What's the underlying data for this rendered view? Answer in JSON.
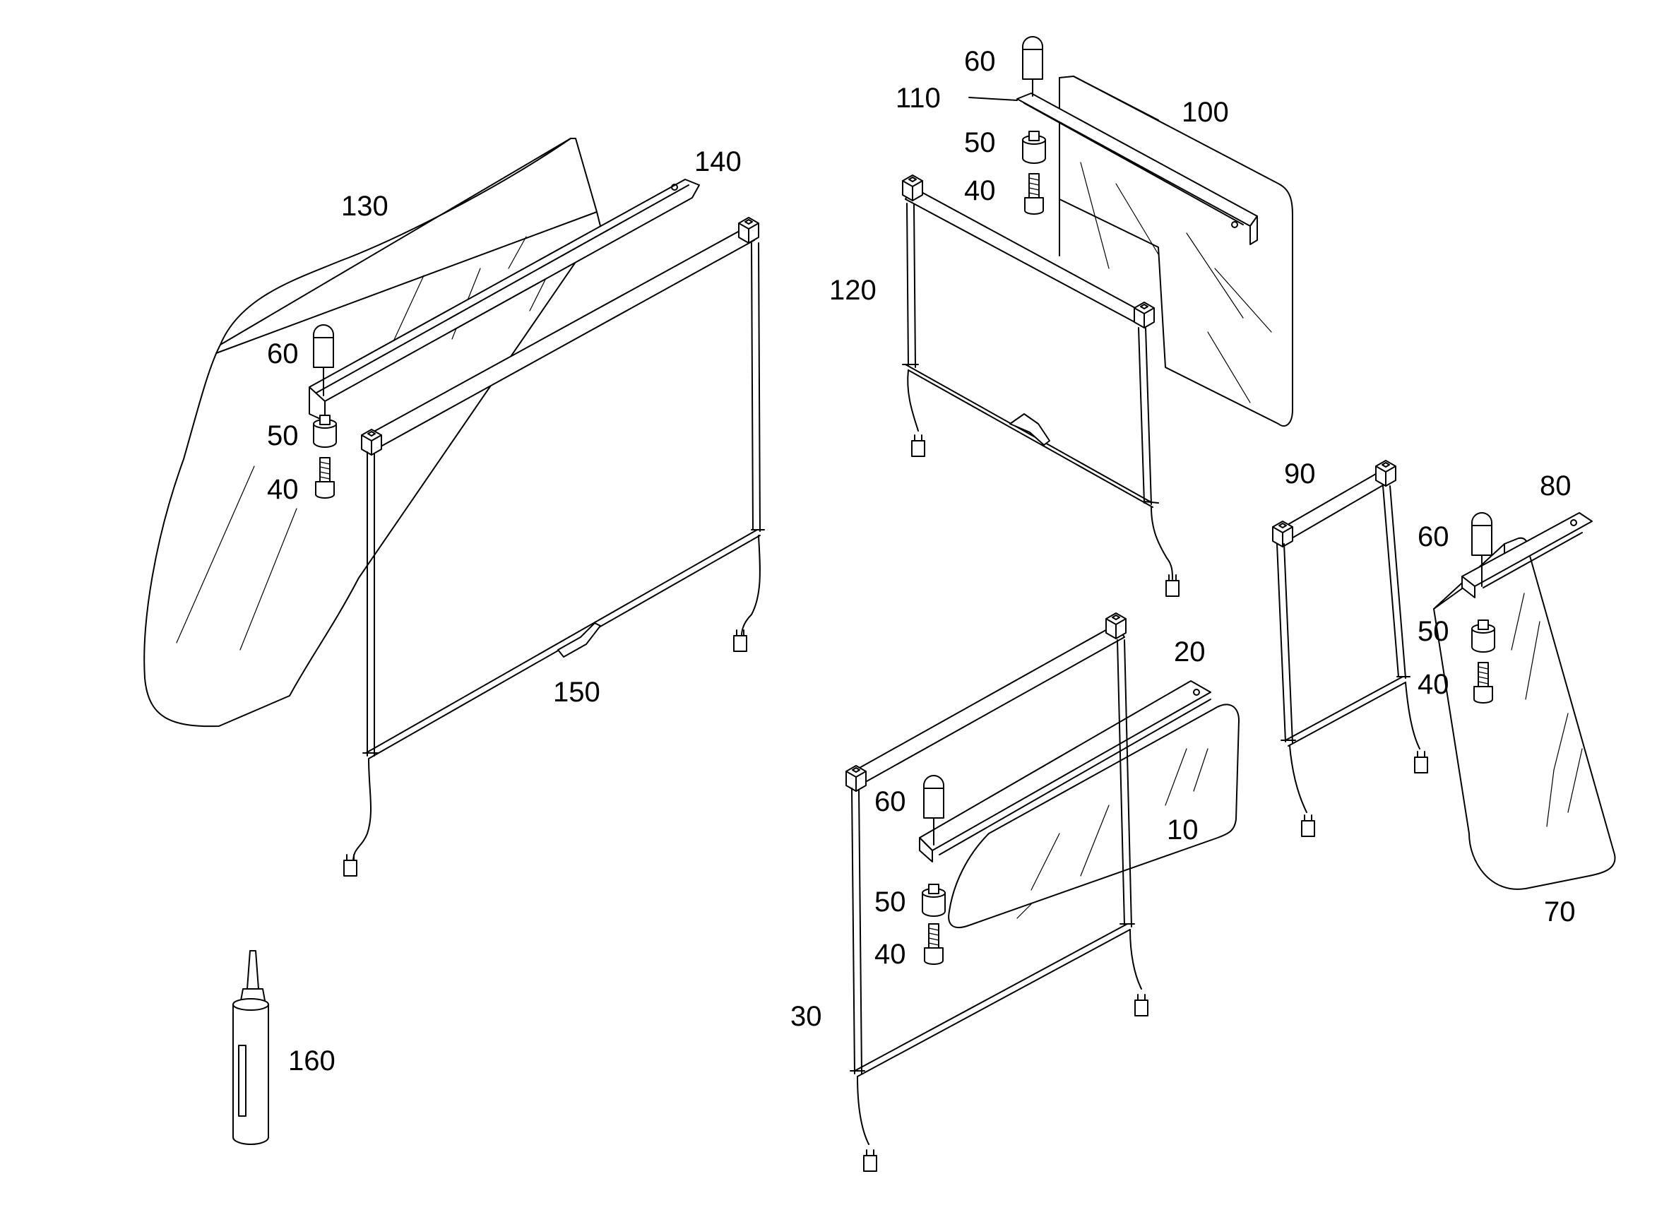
{
  "callouts": {
    "c130": "130",
    "c140": "140",
    "c60a": "60",
    "c50a": "50",
    "c40a": "40",
    "c150": "150",
    "c160": "160",
    "c60b": "60",
    "c110": "110",
    "c100": "100",
    "c50b": "50",
    "c40b": "40",
    "c120": "120",
    "c90": "90",
    "c80": "80",
    "c60c": "60",
    "c50c": "50",
    "c40c": "40",
    "c70": "70",
    "c20": "20",
    "c60d": "60",
    "c10": "10",
    "c50d": "50",
    "c40d": "40",
    "c30": "30"
  }
}
